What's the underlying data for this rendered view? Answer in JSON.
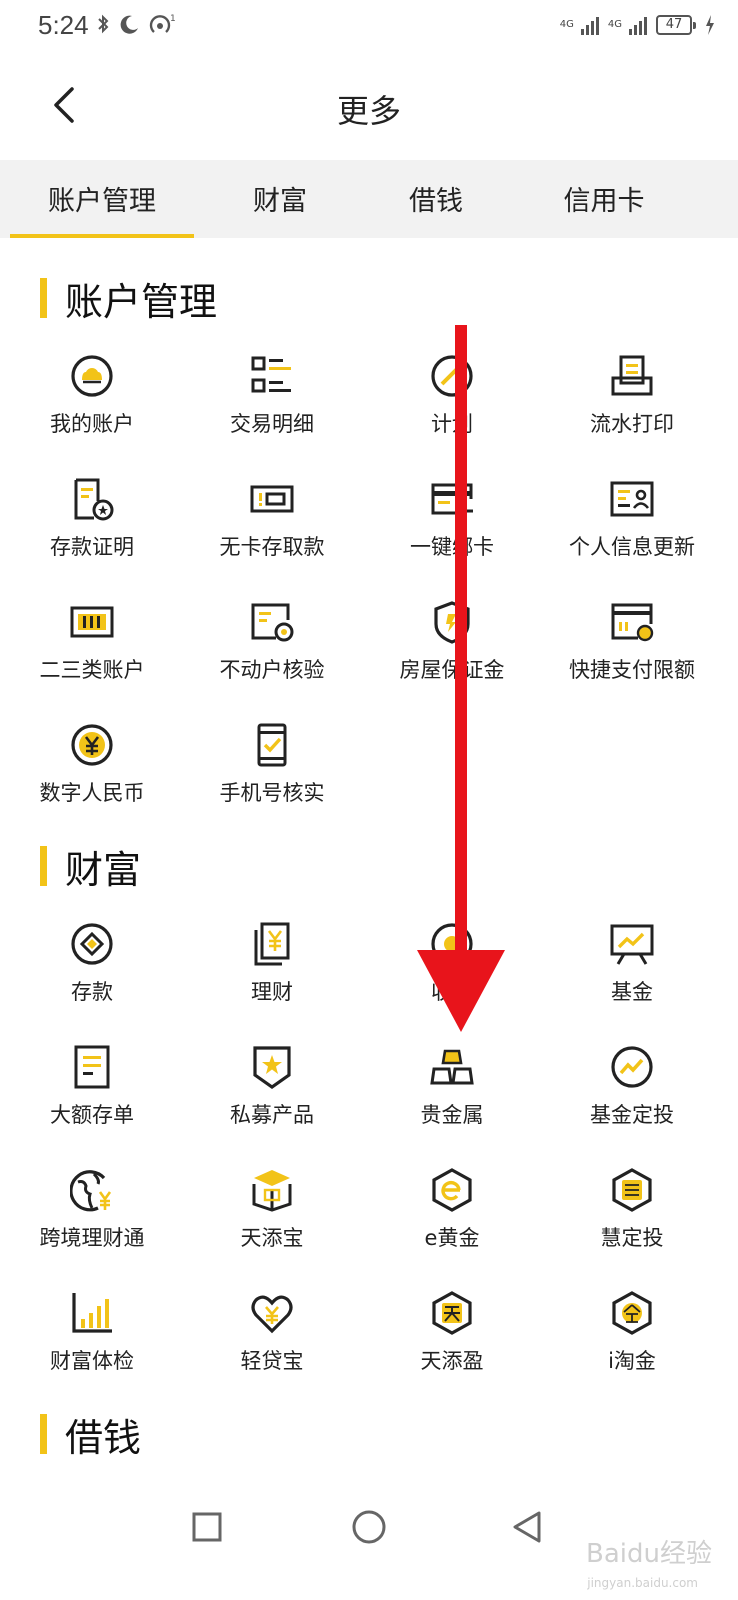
{
  "status_bar": {
    "time": "5:24",
    "hotspot_count": "1",
    "network_1": "4G",
    "network_2": "4G",
    "battery": "47"
  },
  "nav": {
    "title": "更多"
  },
  "tabs": [
    {
      "label": "账户管理",
      "active": true
    },
    {
      "label": "财富",
      "active": false
    },
    {
      "label": "借钱",
      "active": false
    },
    {
      "label": "信用卡",
      "active": false
    }
  ],
  "sections": {
    "account": {
      "title": "账户管理",
      "items": [
        {
          "label": "我的账户",
          "icon": "gold-ingot-coin-icon"
        },
        {
          "label": "交易明细",
          "icon": "list-detail-icon"
        },
        {
          "label": "计划",
          "icon": "plan-dial-icon"
        },
        {
          "label": "流水打印",
          "icon": "printer-icon"
        },
        {
          "label": "存款证明",
          "icon": "certificate-icon"
        },
        {
          "label": "无卡存取款",
          "icon": "cardless-icon"
        },
        {
          "label": "一键绑卡",
          "icon": "bind-card-icon"
        },
        {
          "label": "个人信息更新",
          "icon": "id-card-icon"
        },
        {
          "label": "二三类账户",
          "icon": "account-class-icon"
        },
        {
          "label": "不动户核验",
          "icon": "dormant-verify-icon"
        },
        {
          "label": "房屋保证金",
          "icon": "shield-icon"
        },
        {
          "label": "快捷支付限额",
          "icon": "quick-pay-icon"
        },
        {
          "label": "数字人民币",
          "icon": "yuan-coin-icon"
        },
        {
          "label": "手机号核实",
          "icon": "phone-check-icon"
        }
      ]
    },
    "wealth": {
      "title": "财富",
      "items": [
        {
          "label": "存款",
          "icon": "deposit-coin-icon"
        },
        {
          "label": "理财",
          "icon": "wealth-book-icon"
        },
        {
          "label": "收益",
          "icon": "yield-icon"
        },
        {
          "label": "基金",
          "icon": "fund-board-icon"
        },
        {
          "label": "大额存单",
          "icon": "large-deposit-icon"
        },
        {
          "label": "私募产品",
          "icon": "private-product-icon"
        },
        {
          "label": "贵金属",
          "icon": "gold-bars-icon"
        },
        {
          "label": "基金定投",
          "icon": "fund-invest-icon"
        },
        {
          "label": "跨境理财通",
          "icon": "globe-yuan-icon"
        },
        {
          "label": "天添宝",
          "icon": "tiantianbao-icon"
        },
        {
          "label": "e黄金",
          "icon": "e-gold-icon"
        },
        {
          "label": "慧定投",
          "icon": "hui-invest-icon"
        },
        {
          "label": "财富体检",
          "icon": "bar-chart-icon"
        },
        {
          "label": "轻贷宝",
          "icon": "heart-yuan-icon"
        },
        {
          "label": "天添盈",
          "icon": "tiantianying-icon"
        },
        {
          "label": "i淘金",
          "icon": "i-gold-icon"
        }
      ]
    },
    "borrow": {
      "title": "借钱"
    }
  },
  "watermark": {
    "text": "Baidu经验",
    "sub": "jingyan.baidu.com"
  },
  "colors": {
    "accent": "#f2c318",
    "dark": "#222222",
    "arrow": "#e8141b"
  }
}
